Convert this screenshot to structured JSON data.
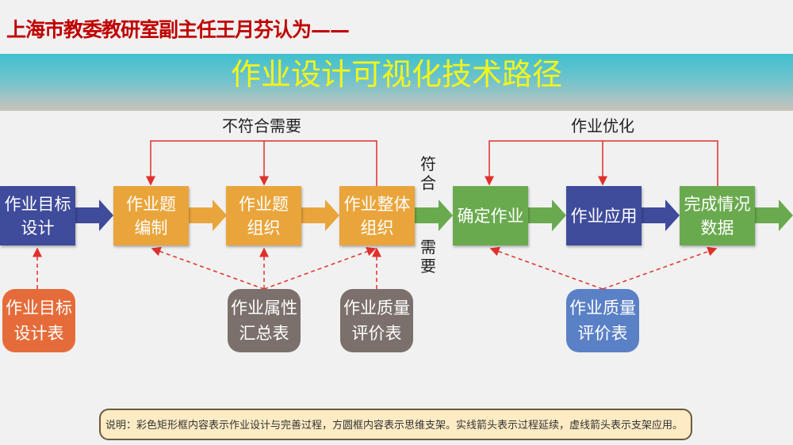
{
  "heading": "上海市教委教研室副主任王月芬认为——",
  "title": "作业设计可视化技术路径",
  "labels": {
    "not_fit": "不符合需要",
    "optimize": "作业优化",
    "fit_top": "符合",
    "fit_bottom": "需要"
  },
  "process": [
    {
      "line1": "作业目标",
      "line2": "设计",
      "color": "#3f4b9b"
    },
    {
      "line1": "作业题",
      "line2": "编制",
      "color": "#e9a53b"
    },
    {
      "line1": "作业题",
      "line2": "组织",
      "color": "#e9a53b"
    },
    {
      "line1": "作业整体",
      "line2": "组织",
      "color": "#e9a53b"
    },
    {
      "line1": "确定作业",
      "line2": "",
      "color": "#6aaa4f"
    },
    {
      "line1": "作业应用",
      "line2": "",
      "color": "#3f4b9b"
    },
    {
      "line1": "完成情况",
      "line2": "数据",
      "color": "#6aaa4f"
    }
  ],
  "supports": [
    {
      "line1": "作业目标",
      "line2": "设计表",
      "color": "#e56c3a"
    },
    {
      "line1": "作业属性",
      "line2": "汇总表",
      "color": "#7b706b"
    },
    {
      "line1": "作业质量",
      "line2": "评价表",
      "color": "#7b706b"
    },
    {
      "line1": "作业质量",
      "line2": "评价表",
      "color": "#5a80c6"
    }
  ],
  "note": "说明：彩色矩形框内容表示作业设计与完善过程，方圆框内容表示思维支架。实线箭头表示过程延续，虚线箭头表示支架应用。"
}
